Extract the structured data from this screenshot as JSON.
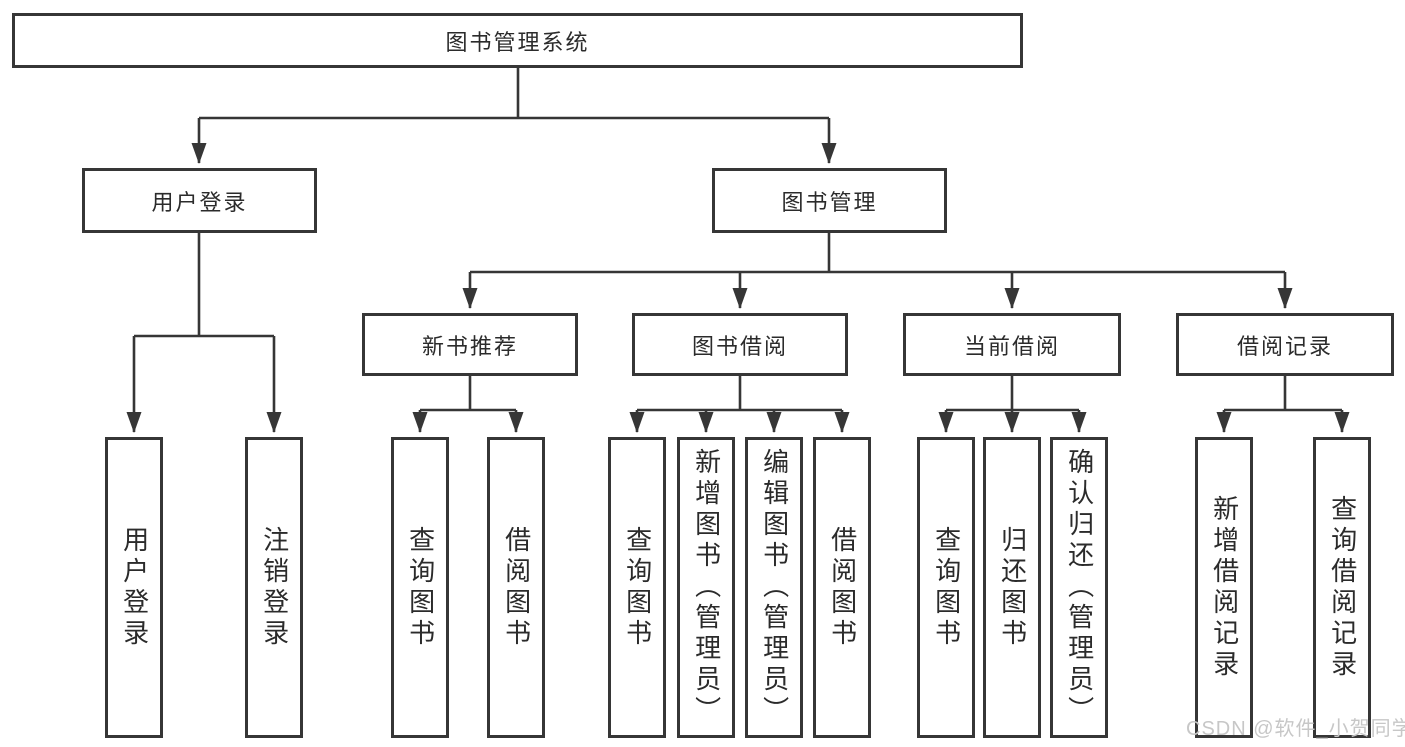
{
  "diagram": {
    "root": {
      "label": "图书管理系统"
    },
    "level2": [
      {
        "label": "用户登录"
      },
      {
        "label": "图书管理"
      }
    ],
    "level3": [
      {
        "label": "新书推荐"
      },
      {
        "label": "图书借阅"
      },
      {
        "label": "当前借阅"
      },
      {
        "label": "借阅记录"
      }
    ],
    "leaves": {
      "user_login": [
        "用户登录",
        "注销登录"
      ],
      "new_books": [
        "查询图书",
        "借阅图书"
      ],
      "book_borrow": [
        "查询图书",
        "新增图书（管理员）",
        "编辑图书（管理员）",
        "借阅图书"
      ],
      "current_borrow": [
        "查询图书",
        "归还图书",
        "确认归还（管理员）"
      ],
      "borrow_records": [
        "新增借阅记录",
        "查询借阅记录"
      ]
    }
  },
  "watermark": "CSDN @软件_小贺同学",
  "colors": {
    "line": "#363636",
    "box_border": "#363636",
    "text": "#2b2b2b",
    "watermark": "#c7c7c7",
    "background": "#ffffff"
  }
}
